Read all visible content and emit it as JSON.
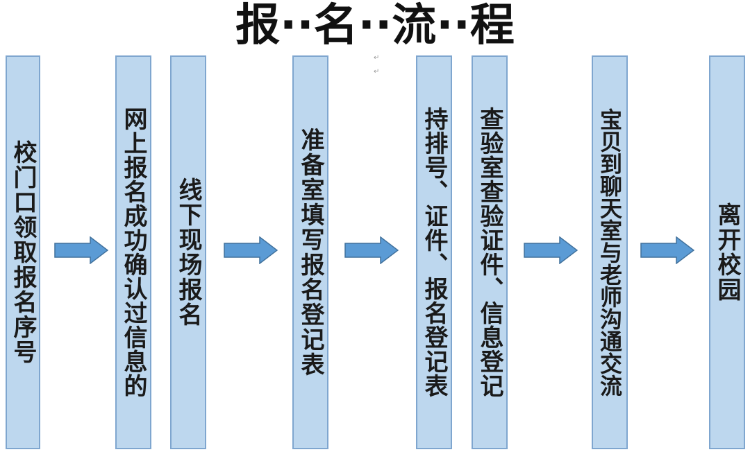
{
  "title": "报··名··流··程",
  "steps": [
    "校门口领取报名序号",
    "网上报名成功确认过信息的",
    "线下现场报名",
    "准备室填写报名登记表",
    "持排号、证件、报名登记表",
    "查验室查验证件、信息登记",
    "宝贝到聊天室与老师沟通交流",
    "离开校园"
  ],
  "colors": {
    "box_fill": "#bdd7ee",
    "box_border": "#7fa6cf",
    "arrow_fill": "#5b9bd5",
    "arrow_border": "#41719c"
  }
}
